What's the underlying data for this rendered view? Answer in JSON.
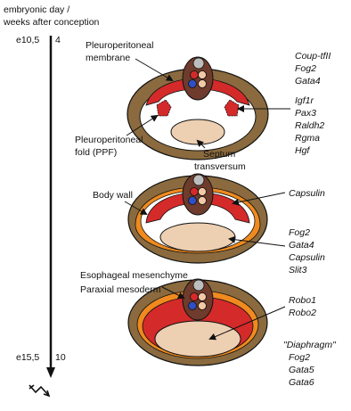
{
  "timeline": {
    "header_line1": "embryonic day /",
    "header_line2": "weeks after conception",
    "start_day": "e10,5",
    "start_week": "4",
    "end_day": "e15,5",
    "end_week": "10"
  },
  "stage1": {
    "label_membrane_1": "Pleuroperitoneal",
    "label_membrane_2": "membrane",
    "label_fold_1": "Pleuroperitoneal",
    "label_fold_2": "fold (PPF)",
    "label_septum_1": "Septum",
    "label_septum_2": "transversum",
    "genes_top": [
      "Coup-tfII",
      "Fog2",
      "Gata4"
    ],
    "genes_ppf": [
      "Igf1r",
      "Pax3",
      "Raldh2",
      "Rgma",
      "Hgf"
    ]
  },
  "stage2": {
    "label_body_wall": "Body wall",
    "gene_capsulin": "Capsulin",
    "genes_list": [
      "Fog2",
      "Gata4",
      "Capsulin",
      "Slit3"
    ]
  },
  "stage3": {
    "label_esoph": "Esophageal mesenchyme",
    "label_paraxial": "Paraxial mesoderm",
    "genes_robo": [
      "Robo1",
      "Robo2"
    ],
    "diaphragm_label": "\"Diaphragm\"",
    "genes_diaphragm": [
      "Fog2",
      "Gata5",
      "Gata6"
    ]
  },
  "colors": {
    "body_wall_brown": "#8a6a3e",
    "membrane_red": "#d42a2a",
    "body_wall_orange": "#f08a1e",
    "septum_beige": "#edcfb2",
    "core_brown": "#6e3b2c",
    "organ_grey": "#bdbdbd",
    "organ_red": "#d42a2a",
    "organ_blue": "#2f4fc6",
    "organ_peach": "#f2c9a6"
  }
}
